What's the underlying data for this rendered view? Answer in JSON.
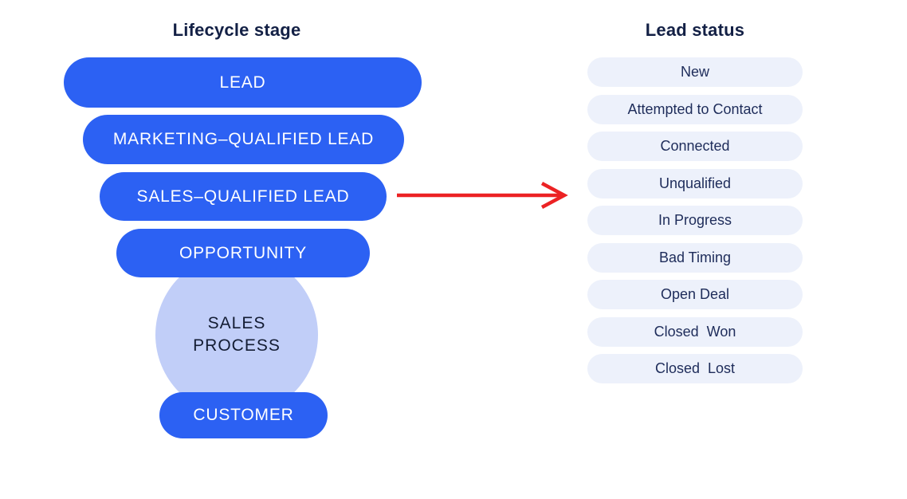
{
  "left_panel": {
    "title": "Lifecycle stage",
    "funnel": {
      "stages": [
        {
          "label": "LEAD"
        },
        {
          "label": "MARKETING–QUALIFIED LEAD"
        },
        {
          "label": "SALES–QUALIFIED LEAD"
        },
        {
          "label": "OPPORTUNITY"
        },
        {
          "label": "CUSTOMER"
        }
      ],
      "process_circle": {
        "line1": "SALES",
        "line2": "PROCESS"
      }
    }
  },
  "right_panel": {
    "title": "Lead status",
    "statuses": [
      "New",
      "Attempted to Contact",
      "Connected",
      "Unqualified",
      "In Progress",
      "Bad Timing",
      "Open Deal",
      "Closed  Won",
      "Closed  Lost"
    ]
  },
  "colors": {
    "funnel_pill": "#2C61F3",
    "funnel_text": "#FFFFFF",
    "status_pill_bg": "#EDF1FB",
    "status_text": "#1E2C5A",
    "process_circle_bg": "#C1CEF8",
    "arrow_red": "#EC2224",
    "heading_text": "#132045"
  }
}
